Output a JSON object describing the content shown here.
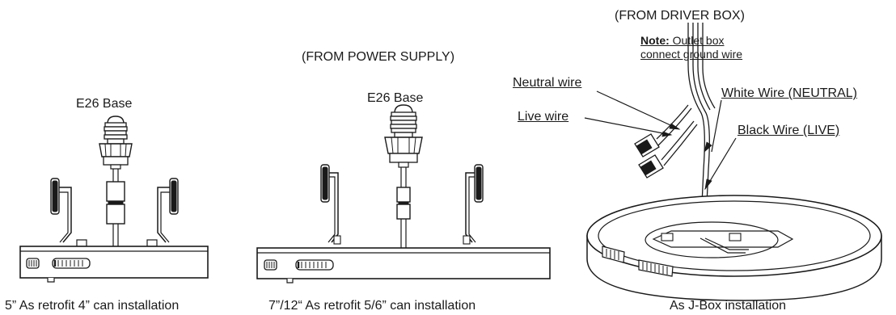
{
  "panels": [
    {
      "base_label": "E26 Base",
      "caption": "5” As retrofit 4” can installation"
    },
    {
      "supply_label": "(FROM POWER SUPPLY)",
      "base_label": "E26 Base",
      "caption": "7”/12“ As retrofit 5/6” can installation"
    },
    {
      "driver_label": "(FROM DRIVER BOX)",
      "note_title": "Note:",
      "note_line1": " Outlet box",
      "note_line2": "connect ground wire",
      "neutral_wire": "Neutral wire",
      "live_wire": "Live wire",
      "white_wire": "White Wire (NEUTRAL)",
      "black_wire": "Black Wire (LIVE)",
      "caption": "As J-Box installation"
    }
  ],
  "colors": {
    "line": "#1a1a1a",
    "background": "#ffffff",
    "shade": "#9a9a9a"
  }
}
